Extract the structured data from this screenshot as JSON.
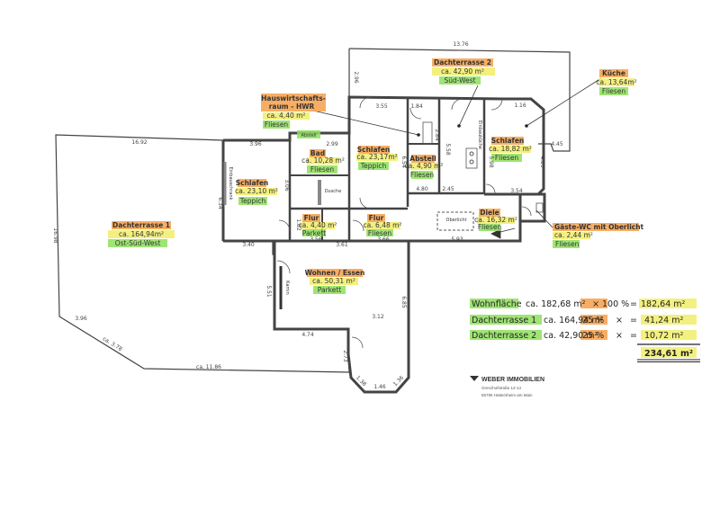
{
  "colors": {
    "highlight_orange": "#f6a04a",
    "highlight_green": "#8fe05c",
    "highlight_yellow": "#f2ee6a",
    "wall": "#444444",
    "text": "#333333"
  },
  "rooms": {
    "dachterrasse1": {
      "name": "Dachterrasse 1",
      "area": "ca. 164,94m²",
      "floor": "Ost-Süd-West"
    },
    "dachterrasse2": {
      "name": "Dachterrasse 2",
      "area": "ca. 42,90 m²",
      "floor": "Süd-West"
    },
    "kueche": {
      "name": "Küche",
      "area": "ca. 13,64m²",
      "floor": "Fliesen"
    },
    "hauswirtschaft": {
      "name": "Hauswirtschafts-",
      "name2": "raum - HWR",
      "area": "ca. 4,40 m²",
      "floor": "Fliesen"
    },
    "schlafen_left": {
      "name": "Schlafen",
      "area": "ca. 23,10 m²",
      "floor": "Teppich"
    },
    "bad": {
      "name": "Bad",
      "area": "ca. 10,28 m²",
      "floor": "Fliesen"
    },
    "schlafen_mid": {
      "name": "Schlafen",
      "area": "ca. 23,17m²",
      "floor": "Teppich"
    },
    "abstell": {
      "name": "Abstell",
      "area": "ca. 4,90 m²",
      "floor": "Fliesen"
    },
    "schlafen_right": {
      "name": "Schlafen",
      "area": "ca. 18,82 m²",
      "floor": "Fliesen"
    },
    "flur1": {
      "name": "Flur",
      "area": "ca. 4,40 m²",
      "floor": "Parkett"
    },
    "flur2": {
      "name": "Flur",
      "area": "ca. 6,48 m²",
      "floor": "Fliesen"
    },
    "diele": {
      "name": "Diele",
      "area": "ca. 16,32 m²",
      "floor": "Fliesen"
    },
    "gaeste_wc": {
      "name": "Gäste-WC mit Oberlicht",
      "area": "ca. 2,44 m²",
      "floor": "Fliesen"
    },
    "wohnen": {
      "name": "Wohnen / Essen",
      "area": "ca. 50,31 m²",
      "floor": "Parkett"
    }
  },
  "labels": {
    "abstell_top": "Abstell",
    "oberlicht": "Oberlicht",
    "einbaukueche": "Einbauküche",
    "einbauschrank": "Einbauschrank",
    "dusche": "Dusche",
    "kamin": "Kamin"
  },
  "dims": {
    "d_top": "13.76",
    "d_left_top": "16.92",
    "d_left_side": "16.98",
    "d_bottom_left": "3.96",
    "d_diag": "ca. 3.78",
    "d_bottom": "ca. 11.86",
    "d_355": "3.55",
    "d_184": "1.84",
    "d_296": "2.96",
    "d_left396": "3.96",
    "d_299": "2.99",
    "d_634": "6.34",
    "d_306": "3.06",
    "d_654": "6.54",
    "d_558": "5.58",
    "d_284": "2.84",
    "d_480": "4.80",
    "d_245": "2.45",
    "d_354": "3.54",
    "d_445": "4.45",
    "d_409": "4.09",
    "d_598": "5.98",
    "d_182": "1.82",
    "d_361": "3.61",
    "d_356": "3.56",
    "d_366": "3.66",
    "d_593": "5.93",
    "d_340": "3.40",
    "d_551": "5.51",
    "d_474": "4.74",
    "d_312": "3.12",
    "d_685": "6.85",
    "d_146": "1.46",
    "d_138": "1.38",
    "d_273": "2.73",
    "d_136": "1.36",
    "d_116": "1.16"
  },
  "calc": {
    "rows": [
      {
        "label": "Wohnfläche",
        "area": "ca. 182,68 m²",
        "x": "×",
        "pct": "100 %",
        "eq": "=",
        "result": "182,64 m²"
      },
      {
        "label": "Dachterrasse 1",
        "area": "ca. 164,94 m²",
        "x": "×",
        "pct": "25 %",
        "eq": "=",
        "result": "41,24 m²"
      },
      {
        "label": "Dachterrasse 2",
        "area": "ca. 42,90 m²",
        "x": "×",
        "pct": "25 %",
        "eq": "=",
        "result": "10,72 m²"
      }
    ],
    "total": "234,61 m²"
  },
  "logo": {
    "name": "WEBER IMMOBILIEN",
    "line1": "Grenzhofstraße 12-14",
    "line2": "65795 Hattersheim am Main"
  }
}
